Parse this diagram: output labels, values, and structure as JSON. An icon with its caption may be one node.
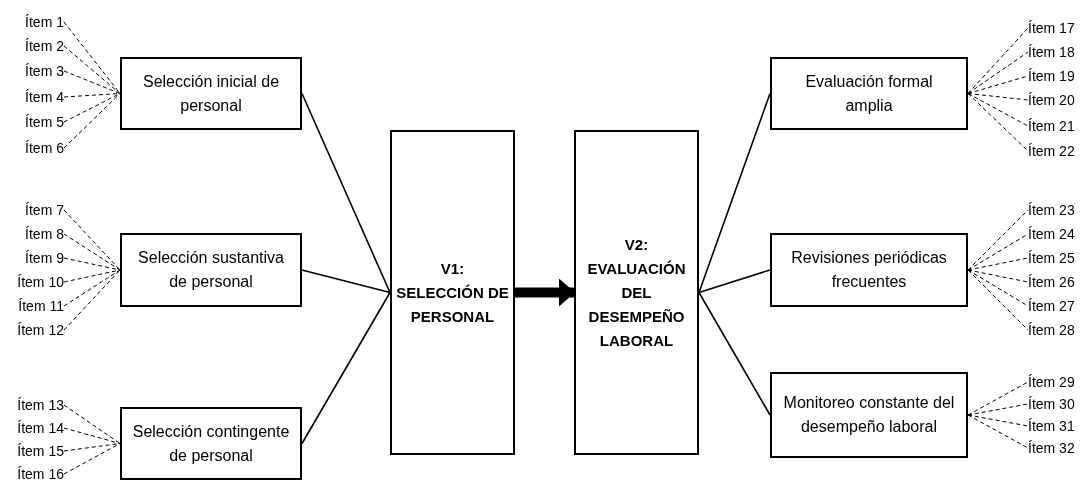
{
  "diagram": {
    "nodes": [
      {
        "text": [
          "Selección inicial de personal"
        ]
      },
      {
        "text": [
          "Selección sustantiva de personal"
        ]
      },
      {
        "text": [
          "Selección contingente de personal"
        ]
      },
      {
        "text": [
          "V1:",
          "SELECCIÓN DE PERSONAL"
        ]
      },
      {
        "text": [
          "V2:",
          "EVALUACIÓN DEL DESEMPEÑO LABORAL"
        ]
      },
      {
        "text": [
          "Evaluación formal amplia"
        ]
      },
      {
        "text": [
          "Revisiones periódicas frecuentes"
        ]
      },
      {
        "text": [
          "Monitoreo constante del desempeño laboral"
        ]
      },
      {
        "text": [
          "Ítem 1"
        ]
      },
      {
        "text": [
          "Ítem 2"
        ]
      },
      {
        "text": [
          "Ítem 3"
        ]
      },
      {
        "text": [
          "Ítem 4"
        ]
      },
      {
        "text": [
          "Ítem 5"
        ]
      },
      {
        "text": [
          "Ítem 6"
        ]
      },
      {
        "text": [
          "Ítem 7"
        ]
      },
      {
        "text": [
          "Ítem 8"
        ]
      },
      {
        "text": [
          "Ítem 9"
        ]
      },
      {
        "text": [
          "Ítem 10"
        ]
      },
      {
        "text": [
          "Ítem 11"
        ]
      },
      {
        "text": [
          "Ítem 12"
        ]
      },
      {
        "text": [
          "Ítem 13"
        ]
      },
      {
        "text": [
          "Ítem 14"
        ]
      },
      {
        "text": [
          "Ítem 15"
        ]
      },
      {
        "text": [
          "Ítem 16"
        ]
      },
      {
        "text": [
          "Ítem 17"
        ]
      },
      {
        "text": [
          "Ítem 18"
        ]
      },
      {
        "text": [
          "Ítem 19"
        ]
      },
      {
        "text": [
          "Ítem 20"
        ]
      },
      {
        "text": [
          "Ítem 21"
        ]
      },
      {
        "text": [
          "Ítem 22"
        ]
      },
      {
        "text": [
          "Ítem 23"
        ]
      },
      {
        "text": [
          "Ítem 24"
        ]
      },
      {
        "text": [
          "Ítem 25"
        ]
      },
      {
        "text": [
          "Ítem 26"
        ]
      },
      {
        "text": [
          "Ítem 27"
        ]
      },
      {
        "text": [
          "Ítem 28"
        ]
      },
      {
        "text": [
          "Ítem 29"
        ]
      },
      {
        "text": [
          "Ítem 30"
        ]
      },
      {
        "text": [
          "Ítem 31"
        ]
      },
      {
        "text": [
          "Ítem 32"
        ]
      }
    ],
    "edges": [
      {
        "from": 8,
        "to": 0,
        "arrow": "none",
        "style": "dashed"
      },
      {
        "from": 9,
        "to": 0,
        "arrow": "none",
        "style": "dashed"
      },
      {
        "from": 10,
        "to": 0,
        "arrow": "none",
        "style": "dashed"
      },
      {
        "from": 11,
        "to": 0,
        "arrow": "none",
        "style": "dashed"
      },
      {
        "from": 12,
        "to": 0,
        "arrow": "none",
        "style": "dashed"
      },
      {
        "from": 13,
        "to": 0,
        "arrow": "none",
        "style": "dashed"
      },
      {
        "from": 14,
        "to": 1,
        "arrow": "none",
        "style": "dashed"
      },
      {
        "from": 15,
        "to": 1,
        "arrow": "none",
        "style": "dashed"
      },
      {
        "from": 16,
        "to": 1,
        "arrow": "none",
        "style": "dashed"
      },
      {
        "from": 17,
        "to": 1,
        "arrow": "none",
        "style": "dashed"
      },
      {
        "from": 18,
        "to": 1,
        "arrow": "none",
        "style": "dashed"
      },
      {
        "from": 19,
        "to": 1,
        "arrow": "none",
        "style": "dashed"
      },
      {
        "from": 20,
        "to": 2,
        "arrow": "none",
        "style": "dashed"
      },
      {
        "from": 21,
        "to": 2,
        "arrow": "none",
        "style": "dashed"
      },
      {
        "from": 22,
        "to": 2,
        "arrow": "none",
        "style": "dashed"
      },
      {
        "from": 23,
        "to": 2,
        "arrow": "none",
        "style": "dashed"
      },
      {
        "from": 0,
        "to": 3,
        "arrow": "none"
      },
      {
        "from": 1,
        "to": 3,
        "arrow": "none"
      },
      {
        "from": 2,
        "to": 3,
        "arrow": "none"
      },
      {
        "from": 3,
        "to": 4,
        "arrow": "to",
        "style": "thick"
      },
      {
        "from": 4,
        "to": 5,
        "arrow": "none"
      },
      {
        "from": 4,
        "to": 6,
        "arrow": "none"
      },
      {
        "from": 4,
        "to": 7,
        "arrow": "none"
      },
      {
        "from": 5,
        "to": 24,
        "arrow": "none",
        "style": "dashed"
      },
      {
        "from": 5,
        "to": 25,
        "arrow": "none",
        "style": "dashed"
      },
      {
        "from": 5,
        "to": 26,
        "arrow": "none",
        "style": "dashed"
      },
      {
        "from": 5,
        "to": 27,
        "arrow": "none",
        "style": "dashed"
      },
      {
        "from": 5,
        "to": 28,
        "arrow": "none",
        "style": "dashed"
      },
      {
        "from": 5,
        "to": 29,
        "arrow": "none",
        "style": "dashed"
      },
      {
        "from": 6,
        "to": 30,
        "arrow": "none",
        "style": "dashed"
      },
      {
        "from": 6,
        "to": 31,
        "arrow": "none",
        "style": "dashed"
      },
      {
        "from": 6,
        "to": 32,
        "arrow": "none",
        "style": "dashed"
      },
      {
        "from": 6,
        "to": 33,
        "arrow": "none",
        "style": "dashed"
      },
      {
        "from": 6,
        "to": 34,
        "arrow": "none",
        "style": "dashed"
      },
      {
        "from": 6,
        "to": 35,
        "arrow": "none",
        "style": "dashed"
      },
      {
        "from": 7,
        "to": 36,
        "arrow": "none",
        "style": "dashed"
      },
      {
        "from": 7,
        "to": 37,
        "arrow": "none",
        "style": "dashed"
      },
      {
        "from": 7,
        "to": 38,
        "arrow": "none",
        "style": "dashed"
      },
      {
        "from": 7,
        "to": 39,
        "arrow": "none",
        "style": "dashed"
      }
    ]
  }
}
